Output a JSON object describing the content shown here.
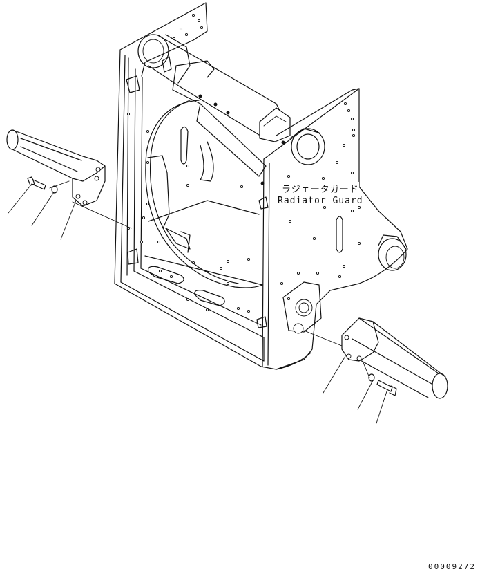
{
  "diagram": {
    "part_label_jp": "ラジェータガード",
    "part_label_en": "Radiator Guard",
    "drawing_number": "00009272",
    "line_color": "#111111",
    "background_color": "#ffffff"
  }
}
